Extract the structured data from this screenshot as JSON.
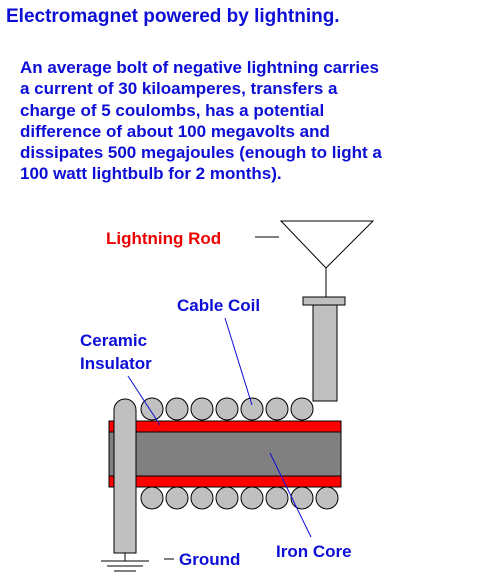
{
  "title": "Electromagnet powered by lightning.",
  "description": {
    "lines": [
      "An average bolt of negative lightning carries",
      "a current of 30 kiloamperes, transfers a",
      "charge of 5 coulombs, has a potential",
      "difference of about 100 megavolts and",
      "dissipates 500 megajoules (enough to light a",
      "100 watt lightbulb for 2 months)."
    ]
  },
  "labels": {
    "lightning_rod": "Lightning Rod",
    "cable_coil": "Cable Coil",
    "ceramic_insulator_line1": "Ceramic",
    "ceramic_insulator_line2": "Insulator",
    "ground": "Ground",
    "iron_core": "Iron Core"
  },
  "colors": {
    "text_blue": "#0d0ed6",
    "label_red": "#ee0000",
    "insulator_red": "#ff0000",
    "iron_core": "#808080",
    "cable_fill": "#c0c0c0",
    "outline": "#000000"
  }
}
